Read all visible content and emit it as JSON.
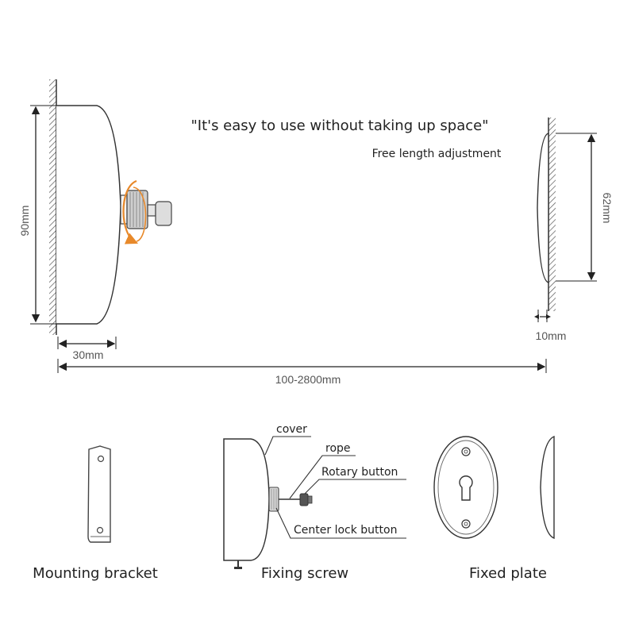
{
  "headline": "\"It's easy to use without taking up space\"",
  "subheadline": "Free length adjustment",
  "dimensions": {
    "height_main": "90mm",
    "depth_main": "30mm",
    "length_range": "100-2800mm",
    "height_plate": "62mm",
    "depth_plate": "10mm"
  },
  "callouts": {
    "cover": "cover",
    "rope": "rope",
    "rotary_button": "Rotary button",
    "center_lock_button": "Center lock button"
  },
  "captions": {
    "mounting_bracket": "Mounting bracket",
    "fixing_screw": "Fixing screw",
    "fixed_plate": "Fixed plate"
  },
  "colors": {
    "line": "#333333",
    "dim_line": "#222222",
    "arrow_accent": "#e8892a"
  }
}
